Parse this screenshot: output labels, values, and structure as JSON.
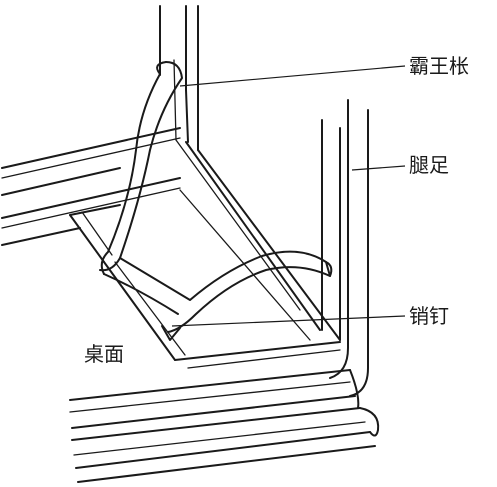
{
  "labels": {
    "bawangcheng": "霸王枨",
    "leg": "腿足",
    "pin": "销钉",
    "tabletop": "桌面"
  }
}
